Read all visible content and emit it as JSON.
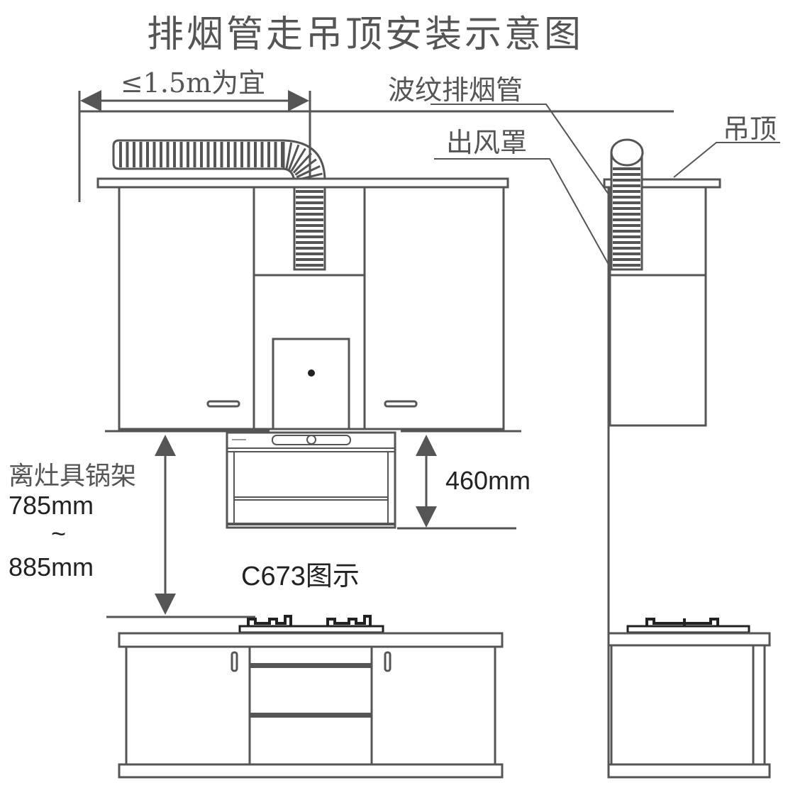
{
  "title": "排烟管走吊顶安装示意图",
  "labels": {
    "max_length": "≤1.5m为宜",
    "corrugated_duct": "波纹排烟管",
    "outlet_cover": "出风罩",
    "ceiling": "吊顶",
    "height_label": "离灶具锅架",
    "height_min": "785mm",
    "height_sep": "~",
    "height_max": "885mm",
    "hood_height": "460mm",
    "model_caption": "C673图示"
  },
  "colors": {
    "line": "#555555"
  }
}
